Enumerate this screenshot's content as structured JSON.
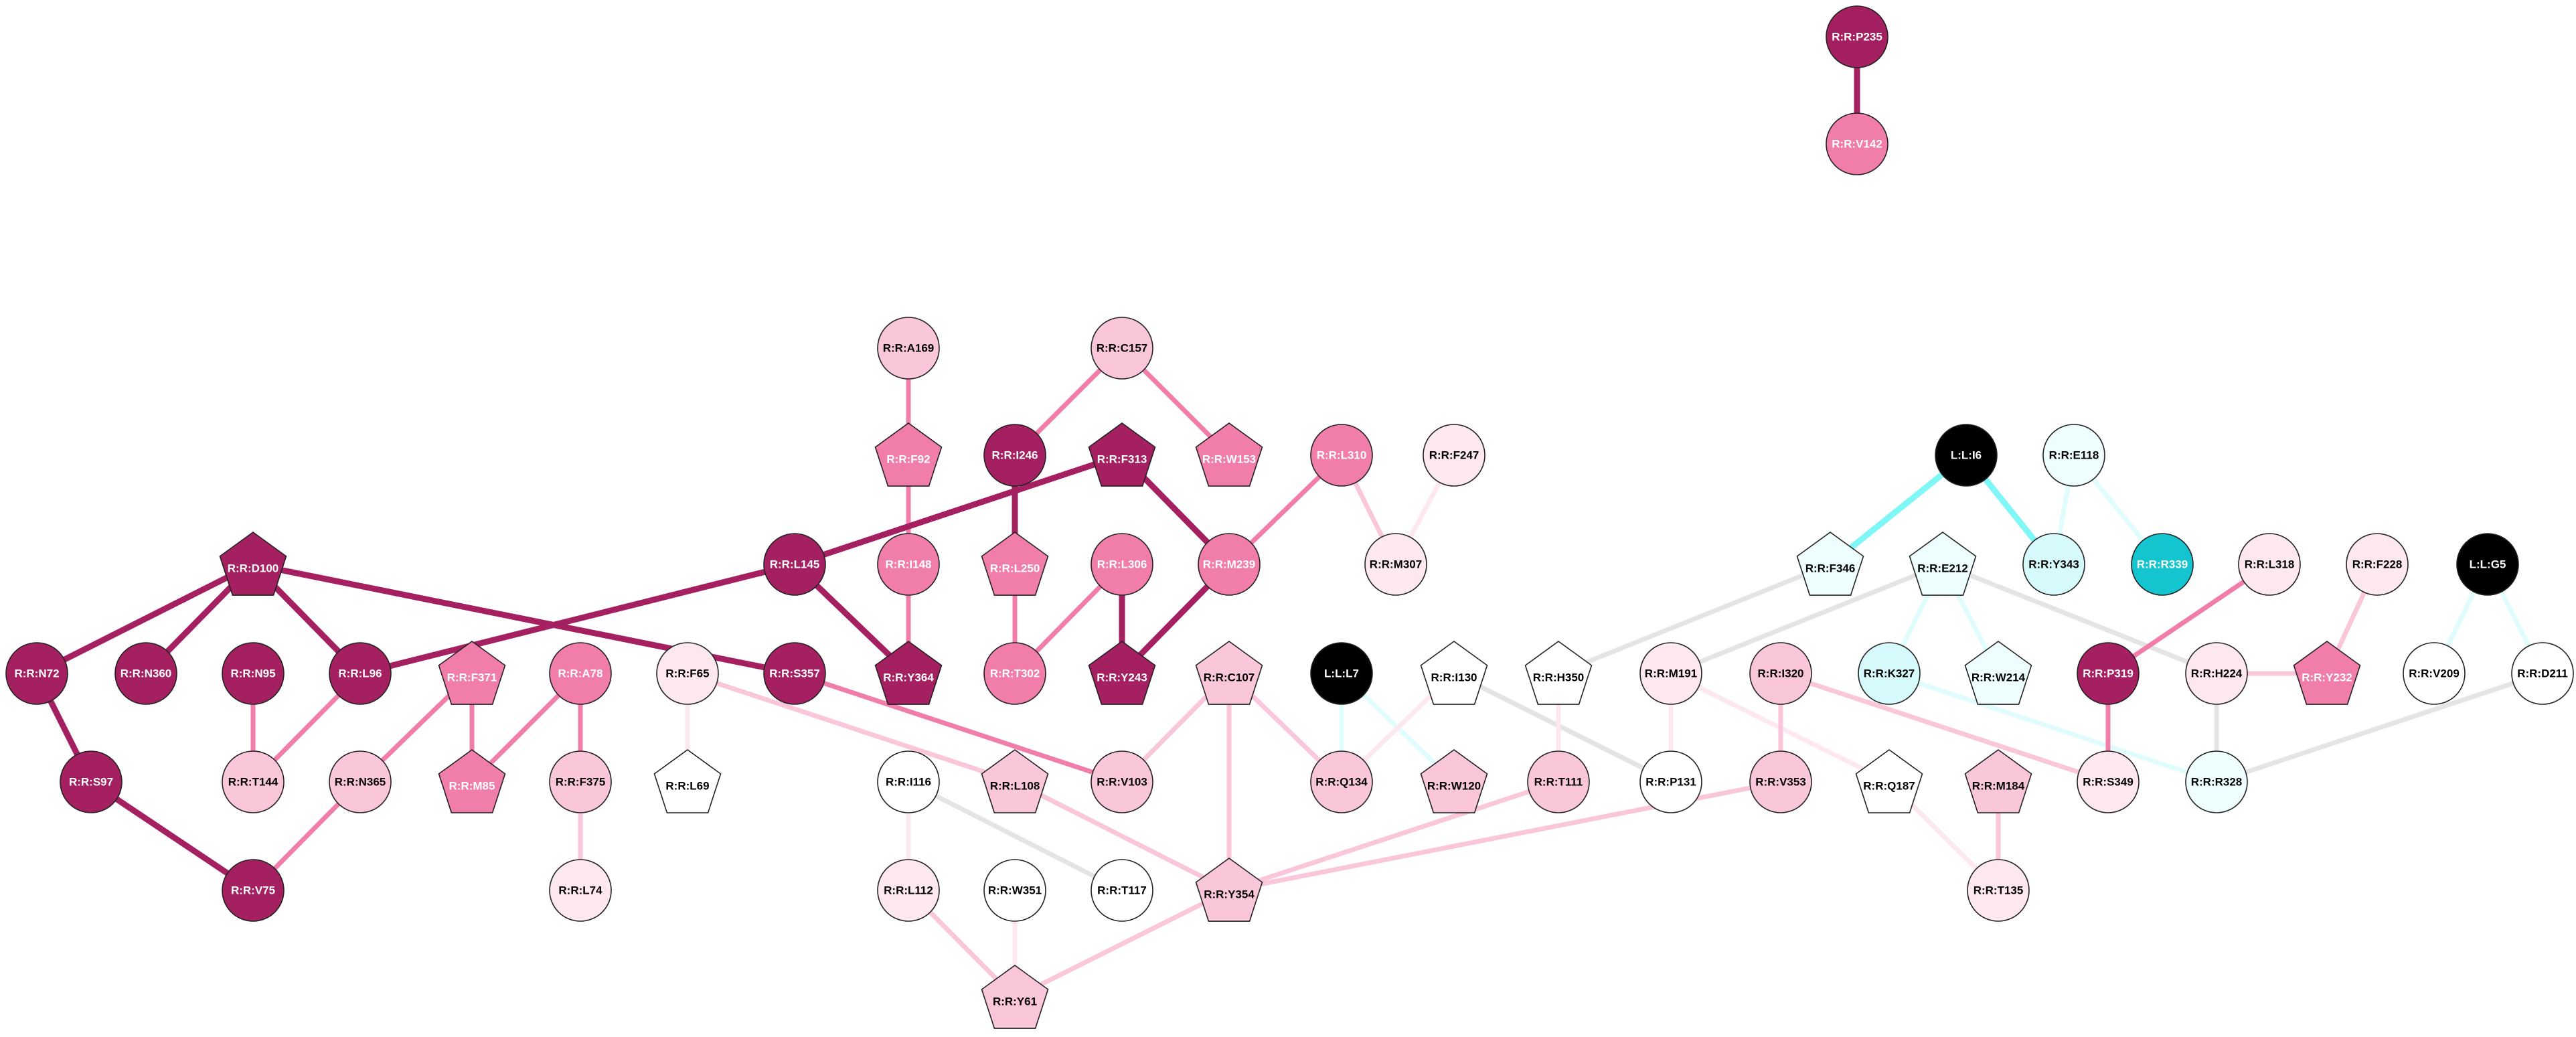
{
  "colors": {
    "dark": "#A52060",
    "mid": "#F07DAA",
    "light": "#F9C6DA",
    "pale": "#FDE8F0",
    "white": "#FFFFFF",
    "black": "#000000",
    "teal": "#14C4CE",
    "cyan_light": "#D6FAFB",
    "cyan_pale": "#EEFDFD",
    "edge_grey": "#E4E4E4",
    "edge_cyan": "#80F7F7",
    "edge_cyan_pale": "#E0FCFC"
  },
  "nodes": [
    {
      "id": "P235",
      "label": "R:R:P235",
      "shape": "circle",
      "color": "dark"
    },
    {
      "id": "V142",
      "label": "R:R:V142",
      "shape": "circle",
      "color": "mid"
    },
    {
      "id": "A169",
      "label": "R:R:A169",
      "shape": "circle",
      "color": "light"
    },
    {
      "id": "C157",
      "label": "R:R:C157",
      "shape": "circle",
      "color": "light"
    },
    {
      "id": "F92",
      "label": "R:R:F92",
      "shape": "pentagon",
      "color": "mid"
    },
    {
      "id": "I246",
      "label": "R:R:I246",
      "shape": "circle",
      "color": "dark"
    },
    {
      "id": "F313",
      "label": "R:R:F313",
      "shape": "pentagon",
      "color": "dark"
    },
    {
      "id": "W153",
      "label": "R:R:W153",
      "shape": "pentagon",
      "color": "mid"
    },
    {
      "id": "L310",
      "label": "R:R:L310",
      "shape": "circle",
      "color": "mid"
    },
    {
      "id": "F247",
      "label": "R:R:F247",
      "shape": "circle",
      "color": "pale"
    },
    {
      "id": "D100",
      "label": "R:R:D100",
      "shape": "pentagon",
      "color": "dark"
    },
    {
      "id": "L145",
      "label": "R:R:L145",
      "shape": "circle",
      "color": "dark"
    },
    {
      "id": "I148",
      "label": "R:R:I148",
      "shape": "circle",
      "color": "mid"
    },
    {
      "id": "L250",
      "label": "R:R:L250",
      "shape": "pentagon",
      "color": "mid"
    },
    {
      "id": "L306",
      "label": "R:R:L306",
      "shape": "circle",
      "color": "mid"
    },
    {
      "id": "M239",
      "label": "R:R:M239",
      "shape": "circle",
      "color": "mid"
    },
    {
      "id": "M307",
      "label": "R:R:M307",
      "shape": "circle",
      "color": "pale"
    },
    {
      "id": "N72",
      "label": "R:R:N72",
      "shape": "circle",
      "color": "dark"
    },
    {
      "id": "N360",
      "label": "R:R:N360",
      "shape": "circle",
      "color": "dark"
    },
    {
      "id": "N95",
      "label": "R:R:N95",
      "shape": "circle",
      "color": "dark"
    },
    {
      "id": "L96",
      "label": "R:R:L96",
      "shape": "circle",
      "color": "dark"
    },
    {
      "id": "F371",
      "label": "R:R:F371",
      "shape": "pentagon",
      "color": "mid"
    },
    {
      "id": "A78",
      "label": "R:R:A78",
      "shape": "circle",
      "color": "mid"
    },
    {
      "id": "F65",
      "label": "R:R:F65",
      "shape": "circle",
      "color": "pale"
    },
    {
      "id": "S357",
      "label": "R:R:S357",
      "shape": "circle",
      "color": "dark"
    },
    {
      "id": "Y364",
      "label": "R:R:Y364",
      "shape": "pentagon",
      "color": "dark"
    },
    {
      "id": "T302",
      "label": "R:R:T302",
      "shape": "circle",
      "color": "mid"
    },
    {
      "id": "Y243",
      "label": "R:R:Y243",
      "shape": "pentagon",
      "color": "dark"
    },
    {
      "id": "C107",
      "label": "R:R:C107",
      "shape": "pentagon",
      "color": "light"
    },
    {
      "id": "L7",
      "label": "L:L:L7",
      "shape": "circle",
      "color": "black"
    },
    {
      "id": "I130",
      "label": "R:R:I130",
      "shape": "pentagon",
      "color": "white"
    },
    {
      "id": "H350",
      "label": "R:R:H350",
      "shape": "pentagon",
      "color": "white"
    },
    {
      "id": "S97",
      "label": "R:R:S97",
      "shape": "circle",
      "color": "dark"
    },
    {
      "id": "T144",
      "label": "R:R:T144",
      "shape": "circle",
      "color": "light"
    },
    {
      "id": "N365",
      "label": "R:R:N365",
      "shape": "circle",
      "color": "light"
    },
    {
      "id": "M85",
      "label": "R:R:M85",
      "shape": "pentagon",
      "color": "mid"
    },
    {
      "id": "F375",
      "label": "R:R:F375",
      "shape": "circle",
      "color": "light"
    },
    {
      "id": "L69",
      "label": "R:R:L69",
      "shape": "pentagon",
      "color": "white"
    },
    {
      "id": "L108",
      "label": "R:R:L108",
      "shape": "pentagon",
      "color": "light"
    },
    {
      "id": "V103",
      "label": "R:R:V103",
      "shape": "circle",
      "color": "light"
    },
    {
      "id": "Q134",
      "label": "R:R:Q134",
      "shape": "circle",
      "color": "light"
    },
    {
      "id": "W120",
      "label": "R:R:W120",
      "shape": "pentagon",
      "color": "light"
    },
    {
      "id": "T111",
      "label": "R:R:T111",
      "shape": "circle",
      "color": "light"
    },
    {
      "id": "I116",
      "label": "R:R:I116",
      "shape": "circle",
      "color": "white"
    },
    {
      "id": "V75",
      "label": "R:R:V75",
      "shape": "circle",
      "color": "dark"
    },
    {
      "id": "L74",
      "label": "R:R:L74",
      "shape": "circle",
      "color": "pale"
    },
    {
      "id": "L112",
      "label": "R:R:L112",
      "shape": "circle",
      "color": "pale"
    },
    {
      "id": "W351",
      "label": "R:R:W351",
      "shape": "circle",
      "color": "white"
    },
    {
      "id": "T117",
      "label": "R:R:T117",
      "shape": "circle",
      "color": "white"
    },
    {
      "id": "Y354",
      "label": "R:R:Y354",
      "shape": "pentagon",
      "color": "light"
    },
    {
      "id": "Y61",
      "label": "R:R:Y61",
      "shape": "pentagon",
      "color": "light"
    },
    {
      "id": "I6",
      "label": "L:L:I6",
      "shape": "circle",
      "color": "black"
    },
    {
      "id": "E118",
      "label": "R:R:E118",
      "shape": "circle",
      "color": "cyan_pale"
    },
    {
      "id": "F346",
      "label": "R:R:F346",
      "shape": "pentagon",
      "color": "cyan_pale"
    },
    {
      "id": "E212",
      "label": "R:R:E212",
      "shape": "pentagon",
      "color": "cyan_pale"
    },
    {
      "id": "Y343",
      "label": "R:R:Y343",
      "shape": "circle",
      "color": "cyan_light"
    },
    {
      "id": "R339",
      "label": "R:R:R339",
      "shape": "circle",
      "color": "teal"
    },
    {
      "id": "L318",
      "label": "R:R:L318",
      "shape": "circle",
      "color": "pale"
    },
    {
      "id": "F228",
      "label": "R:R:F228",
      "shape": "circle",
      "color": "pale"
    },
    {
      "id": "G5",
      "label": "L:L:G5",
      "shape": "circle",
      "color": "black"
    },
    {
      "id": "M191",
      "label": "R:R:M191",
      "shape": "circle",
      "color": "pale"
    },
    {
      "id": "I320",
      "label": "R:R:I320",
      "shape": "circle",
      "color": "light"
    },
    {
      "id": "K327",
      "label": "R:R:K327",
      "shape": "circle",
      "color": "cyan_light"
    },
    {
      "id": "W214",
      "label": "R:R:W214",
      "shape": "pentagon",
      "color": "cyan_pale"
    },
    {
      "id": "P319",
      "label": "R:R:P319",
      "shape": "circle",
      "color": "dark"
    },
    {
      "id": "H224",
      "label": "R:R:H224",
      "shape": "circle",
      "color": "pale"
    },
    {
      "id": "Y232",
      "label": "R:R:Y232",
      "shape": "pentagon",
      "color": "mid"
    },
    {
      "id": "V209",
      "label": "R:R:V209",
      "shape": "circle",
      "color": "white"
    },
    {
      "id": "D211",
      "label": "R:R:D211",
      "shape": "circle",
      "color": "white"
    },
    {
      "id": "P131",
      "label": "R:R:P131",
      "shape": "circle",
      "color": "white"
    },
    {
      "id": "V353",
      "label": "R:R:V353",
      "shape": "circle",
      "color": "light"
    },
    {
      "id": "Q187",
      "label": "R:R:Q187",
      "shape": "pentagon",
      "color": "white"
    },
    {
      "id": "M184",
      "label": "R:R:M184",
      "shape": "pentagon",
      "color": "light"
    },
    {
      "id": "S349",
      "label": "R:R:S349",
      "shape": "circle",
      "color": "pale"
    },
    {
      "id": "R328",
      "label": "R:R:R328",
      "shape": "circle",
      "color": "cyan_pale"
    },
    {
      "id": "T135",
      "label": "R:R:T135",
      "shape": "circle",
      "color": "pale"
    }
  ],
  "edges": [
    {
      "from": "P235",
      "to": "V142",
      "color": "dark",
      "weight": 3
    },
    {
      "from": "A169",
      "to": "F92",
      "color": "mid",
      "weight": 2
    },
    {
      "from": "F92",
      "to": "I148",
      "color": "mid",
      "weight": 2
    },
    {
      "from": "I148",
      "to": "Y364",
      "color": "mid",
      "weight": 2
    },
    {
      "from": "C157",
      "to": "I246",
      "color": "mid",
      "weight": 2
    },
    {
      "from": "C157",
      "to": "W153",
      "color": "mid",
      "weight": 2
    },
    {
      "from": "I246",
      "to": "L250",
      "color": "dark",
      "weight": 3
    },
    {
      "from": "L250",
      "to": "T302",
      "color": "mid",
      "weight": 2
    },
    {
      "from": "F313",
      "to": "L145",
      "color": "dark",
      "weight": 3
    },
    {
      "from": "F313",
      "to": "M239",
      "color": "dark",
      "weight": 3
    },
    {
      "from": "L310",
      "to": "M239",
      "color": "mid",
      "weight": 2
    },
    {
      "from": "L310",
      "to": "M307",
      "color": "light",
      "weight": 2
    },
    {
      "from": "F247",
      "to": "M307",
      "color": "pale",
      "weight": 2
    },
    {
      "from": "L306",
      "to": "T302",
      "color": "mid",
      "weight": 2
    },
    {
      "from": "L306",
      "to": "Y243",
      "color": "dark",
      "weight": 3
    },
    {
      "from": "M239",
      "to": "Y243",
      "color": "dark",
      "weight": 3
    },
    {
      "from": "L145",
      "to": "L96",
      "color": "dark",
      "weight": 3
    },
    {
      "from": "L145",
      "to": "Y364",
      "color": "dark",
      "weight": 3
    },
    {
      "from": "D100",
      "to": "N72",
      "color": "dark",
      "weight": 3
    },
    {
      "from": "D100",
      "to": "N360",
      "color": "dark",
      "weight": 3
    },
    {
      "from": "D100",
      "to": "L96",
      "color": "dark",
      "weight": 3
    },
    {
      "from": "D100",
      "to": "S357",
      "color": "dark",
      "weight": 3
    },
    {
      "from": "N72",
      "to": "S97",
      "color": "dark",
      "weight": 3
    },
    {
      "from": "S97",
      "to": "V75",
      "color": "dark",
      "weight": 3
    },
    {
      "from": "N95",
      "to": "T144",
      "color": "mid",
      "weight": 2
    },
    {
      "from": "L96",
      "to": "T144",
      "color": "mid",
      "weight": 2
    },
    {
      "from": "F371",
      "to": "N365",
      "color": "mid",
      "weight": 2
    },
    {
      "from": "F371",
      "to": "M85",
      "color": "mid",
      "weight": 2
    },
    {
      "from": "A78",
      "to": "M85",
      "color": "mid",
      "weight": 2
    },
    {
      "from": "A78",
      "to": "F375",
      "color": "mid",
      "weight": 2
    },
    {
      "from": "N365",
      "to": "V75",
      "color": "mid",
      "weight": 2
    },
    {
      "from": "F375",
      "to": "L74",
      "color": "light",
      "weight": 2
    },
    {
      "from": "F65",
      "to": "L69",
      "color": "pale",
      "weight": 2
    },
    {
      "from": "F65",
      "to": "L108",
      "color": "light",
      "weight": 2
    },
    {
      "from": "S357",
      "to": "V103",
      "color": "mid",
      "weight": 2
    },
    {
      "from": "C107",
      "to": "V103",
      "color": "light",
      "weight": 2
    },
    {
      "from": "C107",
      "to": "Q134",
      "color": "light",
      "weight": 2
    },
    {
      "from": "C107",
      "to": "Y354",
      "color": "light",
      "weight": 2
    },
    {
      "from": "L7",
      "to": "Q134",
      "color": "edge_cyan_pale",
      "weight": 2
    },
    {
      "from": "L7",
      "to": "W120",
      "color": "edge_cyan_pale",
      "weight": 2
    },
    {
      "from": "I130",
      "to": "Q134",
      "color": "pale",
      "weight": 2
    },
    {
      "from": "I130",
      "to": "P131",
      "color": "edge_grey",
      "weight": 2
    },
    {
      "from": "H350",
      "to": "T111",
      "color": "pale",
      "weight": 2
    },
    {
      "from": "L108",
      "to": "Y354",
      "color": "light",
      "weight": 2
    },
    {
      "from": "T111",
      "to": "Y354",
      "color": "light",
      "weight": 2
    },
    {
      "from": "V353",
      "to": "Y354",
      "color": "light",
      "weight": 2
    },
    {
      "from": "Y354",
      "to": "Y61",
      "color": "light",
      "weight": 2
    },
    {
      "from": "I116",
      "to": "L112",
      "color": "pale",
      "weight": 2
    },
    {
      "from": "I116",
      "to": "T117",
      "color": "edge_grey",
      "weight": 2
    },
    {
      "from": "L112",
      "to": "Y61",
      "color": "light",
      "weight": 2
    },
    {
      "from": "W351",
      "to": "Y61",
      "color": "pale",
      "weight": 2
    },
    {
      "from": "I6",
      "to": "F346",
      "color": "edge_cyan",
      "weight": 3
    },
    {
      "from": "I6",
      "to": "Y343",
      "color": "edge_cyan",
      "weight": 3
    },
    {
      "from": "E118",
      "to": "Y343",
      "color": "edge_cyan_pale",
      "weight": 2
    },
    {
      "from": "E118",
      "to": "R339",
      "color": "edge_cyan_pale",
      "weight": 2
    },
    {
      "from": "F346",
      "to": "H350",
      "color": "edge_grey",
      "weight": 2
    },
    {
      "from": "E212",
      "to": "M191",
      "color": "edge_grey",
      "weight": 2
    },
    {
      "from": "E212",
      "to": "K327",
      "color": "edge_cyan_pale",
      "weight": 2
    },
    {
      "from": "E212",
      "to": "W214",
      "color": "edge_cyan_pale",
      "weight": 2
    },
    {
      "from": "E212",
      "to": "H224",
      "color": "edge_grey",
      "weight": 2
    },
    {
      "from": "M191",
      "to": "P131",
      "color": "pale",
      "weight": 2
    },
    {
      "from": "M191",
      "to": "Q187",
      "color": "pale",
      "weight": 2
    },
    {
      "from": "I320",
      "to": "V353",
      "color": "light",
      "weight": 2
    },
    {
      "from": "I320",
      "to": "S349",
      "color": "light",
      "weight": 2
    },
    {
      "from": "K327",
      "to": "R328",
      "color": "edge_cyan_pale",
      "weight": 2
    },
    {
      "from": "L318",
      "to": "P319",
      "color": "mid",
      "weight": 2
    },
    {
      "from": "P319",
      "to": "S349",
      "color": "mid",
      "weight": 2
    },
    {
      "from": "F228",
      "to": "Y232",
      "color": "light",
      "weight": 2
    },
    {
      "from": "H224",
      "to": "Y232",
      "color": "light",
      "weight": 2
    },
    {
      "from": "H224",
      "to": "R328",
      "color": "edge_grey",
      "weight": 2
    },
    {
      "from": "G5",
      "to": "V209",
      "color": "edge_cyan_pale",
      "weight": 2
    },
    {
      "from": "G5",
      "to": "D211",
      "color": "edge_cyan_pale",
      "weight": 2
    },
    {
      "from": "D211",
      "to": "R328",
      "color": "edge_grey",
      "weight": 2
    },
    {
      "from": "Q187",
      "to": "T135",
      "color": "pale",
      "weight": 2
    },
    {
      "from": "M184",
      "to": "T135",
      "color": "light",
      "weight": 2
    }
  ]
}
